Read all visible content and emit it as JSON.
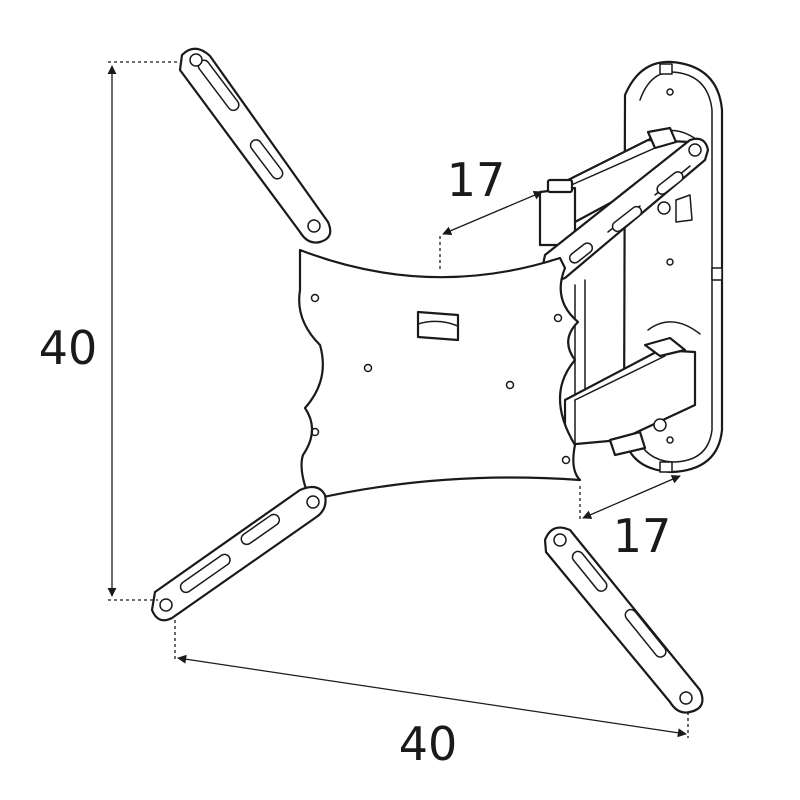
{
  "dimensions": {
    "height_label": "40",
    "width_label": "40",
    "arm_top_label": "17",
    "arm_bottom_label": "17"
  }
}
